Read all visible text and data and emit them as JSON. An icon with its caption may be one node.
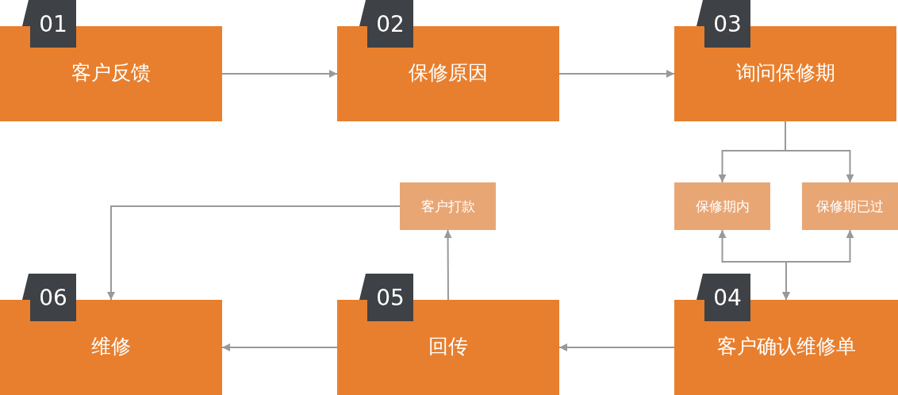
{
  "diagram": {
    "nodes": [
      {
        "text": [
          "01",
          "客户反馈"
        ]
      },
      {
        "text": [
          "02",
          "保修原因"
        ]
      },
      {
        "text": [
          "03",
          "询问保修期"
        ]
      },
      {
        "text": [
          "保修期内"
        ]
      },
      {
        "text": [
          "保修期已过"
        ]
      },
      {
        "text": [
          "客户打款"
        ]
      },
      {
        "text": [
          "06",
          "维修"
        ]
      },
      {
        "text": [
          "05",
          "回传"
        ]
      },
      {
        "text": [
          "04",
          "客户确认维修单"
        ]
      }
    ],
    "edges": [
      {
        "from": 0,
        "to": 1,
        "arrow": "to"
      },
      {
        "from": 1,
        "to": 2,
        "arrow": "to"
      },
      {
        "from": 2,
        "to": 3,
        "arrow": "to"
      },
      {
        "from": 2,
        "to": 4,
        "arrow": "to"
      },
      {
        "from": 3,
        "to": 8,
        "arrow": "both"
      },
      {
        "from": 4,
        "to": 8,
        "arrow": "both"
      },
      {
        "from": 8,
        "to": 7,
        "arrow": "to"
      },
      {
        "from": 7,
        "to": 6,
        "arrow": "to"
      },
      {
        "from": 7,
        "to": 5,
        "arrow": "to"
      },
      {
        "from": 5,
        "to": 6,
        "arrow": "to"
      }
    ]
  }
}
